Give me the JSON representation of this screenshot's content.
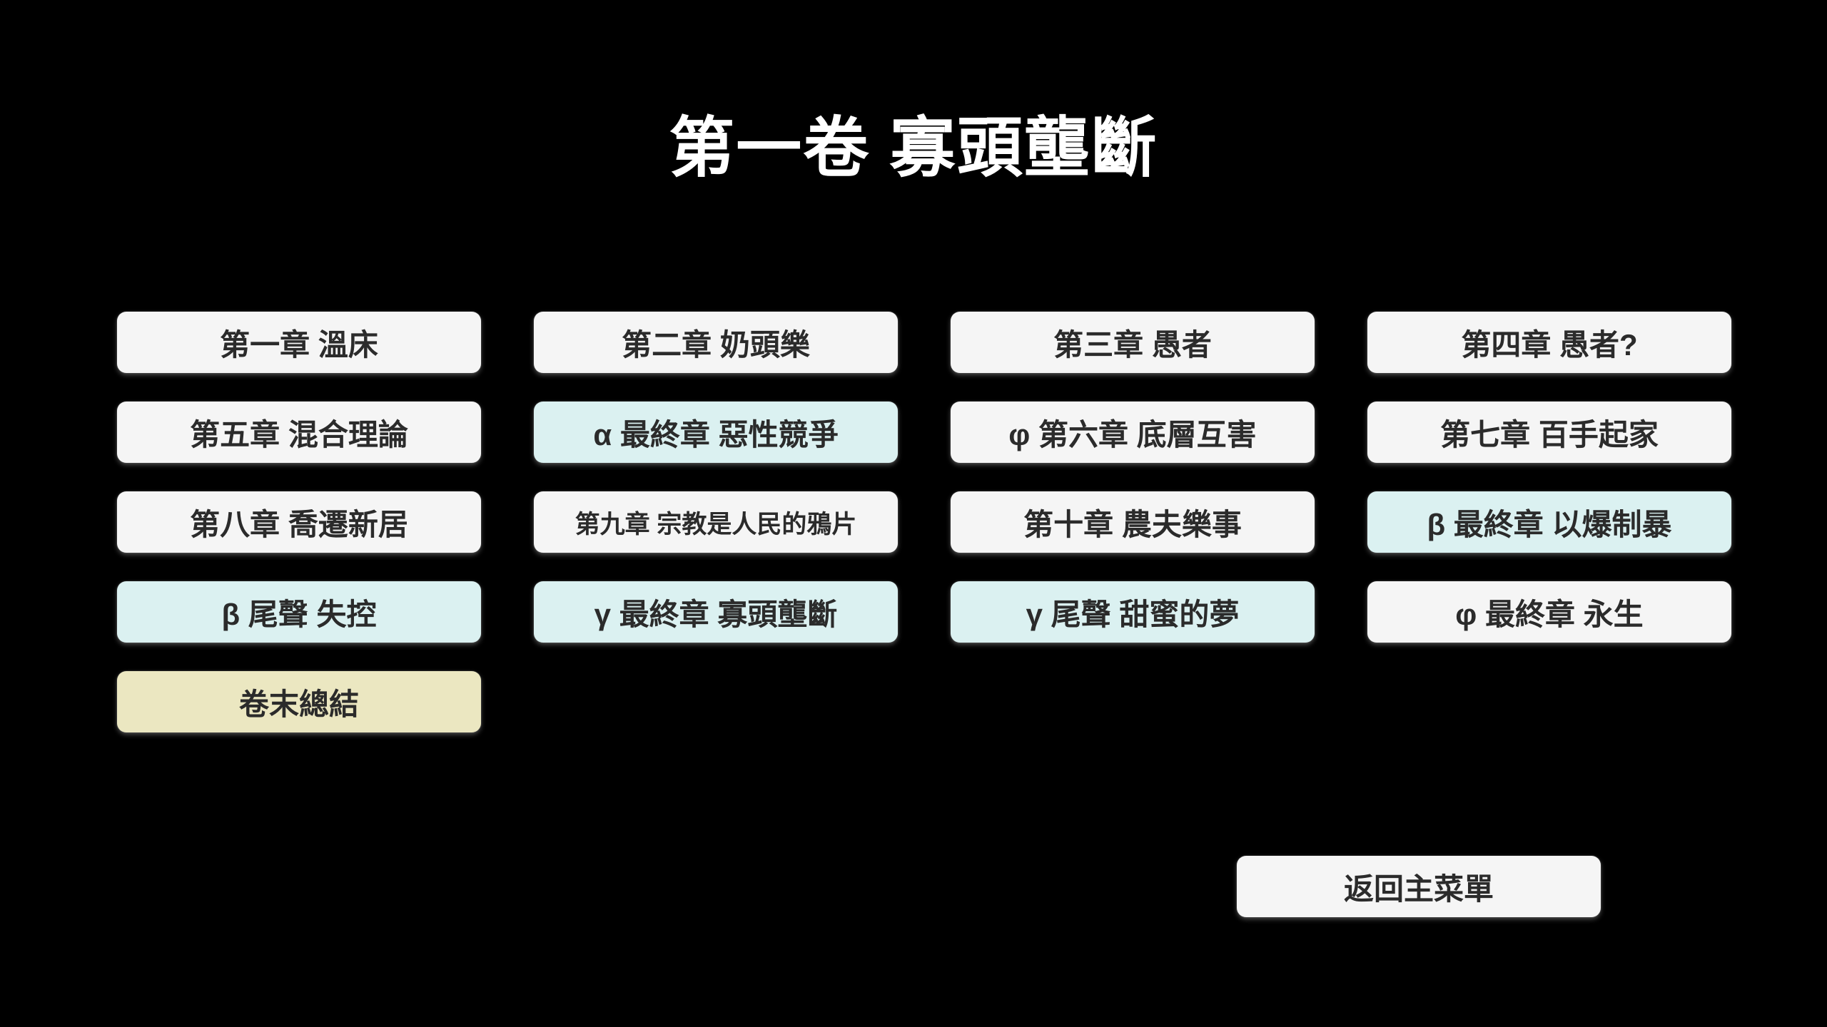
{
  "title": "第一卷 寡頭壟斷",
  "back_button": {
    "label": "返回主菜單"
  },
  "colors": {
    "background": "#000000",
    "title_text": "#ffffff",
    "button_text": "#2b2b2b",
    "button_default": "#f5f5f5",
    "button_highlight": "#dbf1f1",
    "button_summary": "#ebe7c1"
  },
  "chapters": [
    {
      "label": "第一章 溫床",
      "variant": "default"
    },
    {
      "label": "第二章 奶頭樂",
      "variant": "default"
    },
    {
      "label": "第三章 愚者",
      "variant": "default"
    },
    {
      "label": "第四章 愚者?",
      "variant": "default"
    },
    {
      "label": "第五章 混合理論",
      "variant": "default"
    },
    {
      "label": "α 最終章 惡性競爭",
      "variant": "highlight"
    },
    {
      "label": "φ 第六章 底層互害",
      "variant": "default"
    },
    {
      "label": "第七章 百手起家",
      "variant": "default"
    },
    {
      "label": "第八章 喬遷新居",
      "variant": "default"
    },
    {
      "label": "第九章 宗教是人民的鴉片",
      "variant": "default"
    },
    {
      "label": "第十章 農夫樂事",
      "variant": "default"
    },
    {
      "label": "β 最終章 以爆制暴",
      "variant": "highlight"
    },
    {
      "label": "β 尾聲 失控",
      "variant": "highlight"
    },
    {
      "label": "γ 最終章 寡頭壟斷",
      "variant": "highlight"
    },
    {
      "label": "γ 尾聲 甜蜜的夢",
      "variant": "highlight"
    },
    {
      "label": "φ 最終章 永生",
      "variant": "default"
    },
    {
      "label": "卷末總結",
      "variant": "summary"
    }
  ]
}
